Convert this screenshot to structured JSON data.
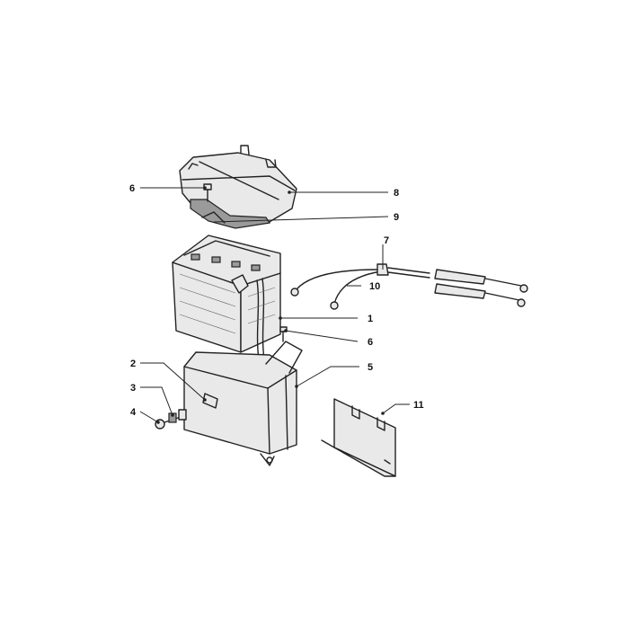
{
  "callouts": {
    "c1": "1",
    "c2": "2",
    "c3": "3",
    "c4": "4",
    "c5": "5",
    "c6a": "6",
    "c6b": "6",
    "c7": "7",
    "c8": "8",
    "c9": "9",
    "c10": "10",
    "c11": "11"
  },
  "colors": {
    "line": "#222222",
    "background": "#ffffff"
  }
}
